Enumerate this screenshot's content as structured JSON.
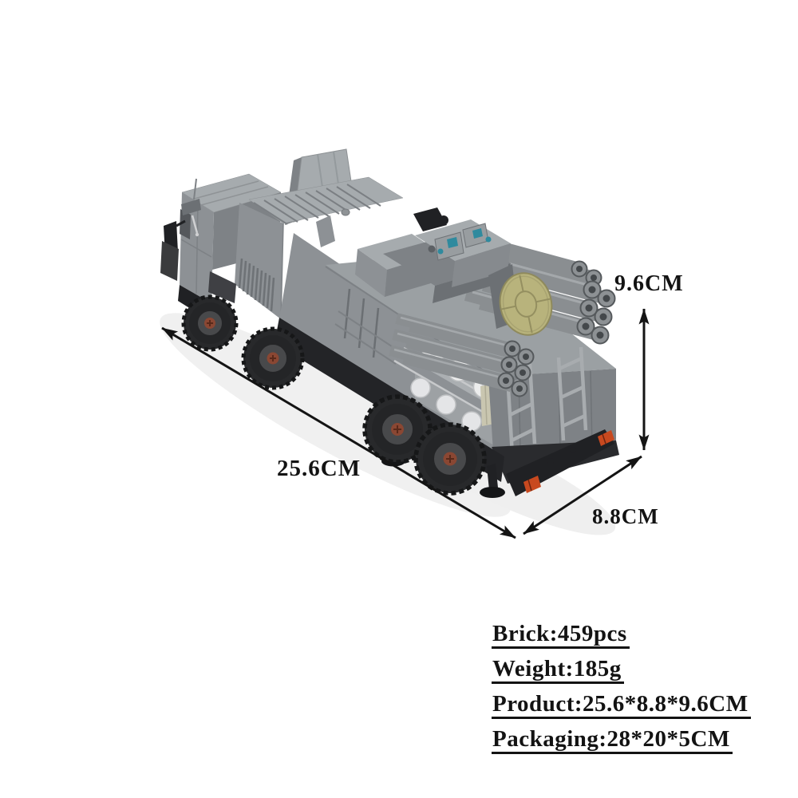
{
  "canvas": {
    "background": "#ffffff"
  },
  "annotations": {
    "height_label": "9.6CM",
    "length_label": "25.6CM",
    "width_label": "8.8CM"
  },
  "specs": [
    "Brick:459pcs",
    "Weight:185g",
    "Product:25.6*8.8*9.6CM",
    "Packaging:28*20*5CM"
  ],
  "illustration": {
    "name": "gray-brick-missile-truck-model",
    "colors": {
      "bg": "#ffffff",
      "text": "#131313",
      "arrow": "#141414",
      "top": "#a6abae",
      "side": "#8d9195",
      "rear": "#7e8286",
      "dark": "#6c7074",
      "black": "#202124",
      "tire": "#28292b",
      "hub": "#8a4733",
      "olive": "#b8b37c",
      "oliveDark": "#948f60",
      "teal": "#2f8a9e",
      "tail": "#c8491f",
      "cap": "#eceded",
      "rail": "#c7c9cb",
      "tube": "#8a8e91",
      "tan": "#c9c6b0"
    }
  }
}
